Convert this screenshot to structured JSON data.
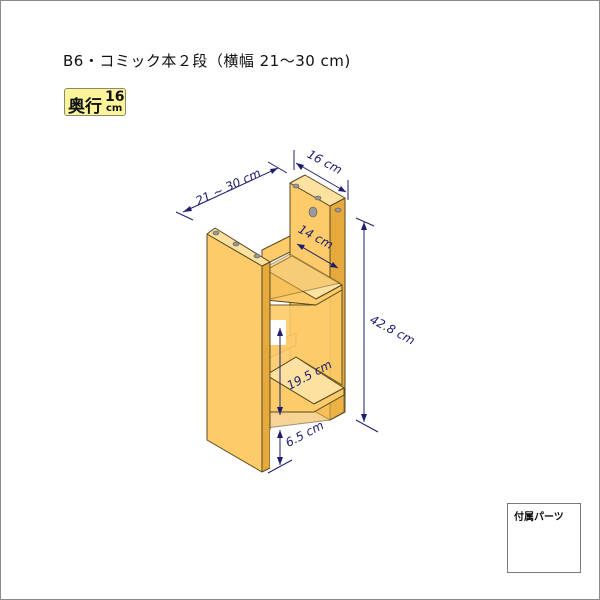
{
  "title": "B6・コミック本２段（横幅 21〜30 cm)",
  "depth_badge": {
    "kanji": "奥行",
    "value": "16",
    "unit": "cm",
    "color": "#fbf49a"
  },
  "dimensions": {
    "width": "21 ~ 30 cm",
    "depth": "16 cm",
    "inner_depth": "14 cm",
    "height": "42.8 cm",
    "shelf_gap": "19.5 cm",
    "base_gap": "6.5 cm"
  },
  "parts_box": {
    "label": "付属パーツ"
  },
  "colors": {
    "wood": "#fdcb6a",
    "wood_side": "#f2b84e",
    "wood_dark": "#e5a93c",
    "dim_line": "#1d1d6e",
    "frame": "#8a8a8a"
  }
}
